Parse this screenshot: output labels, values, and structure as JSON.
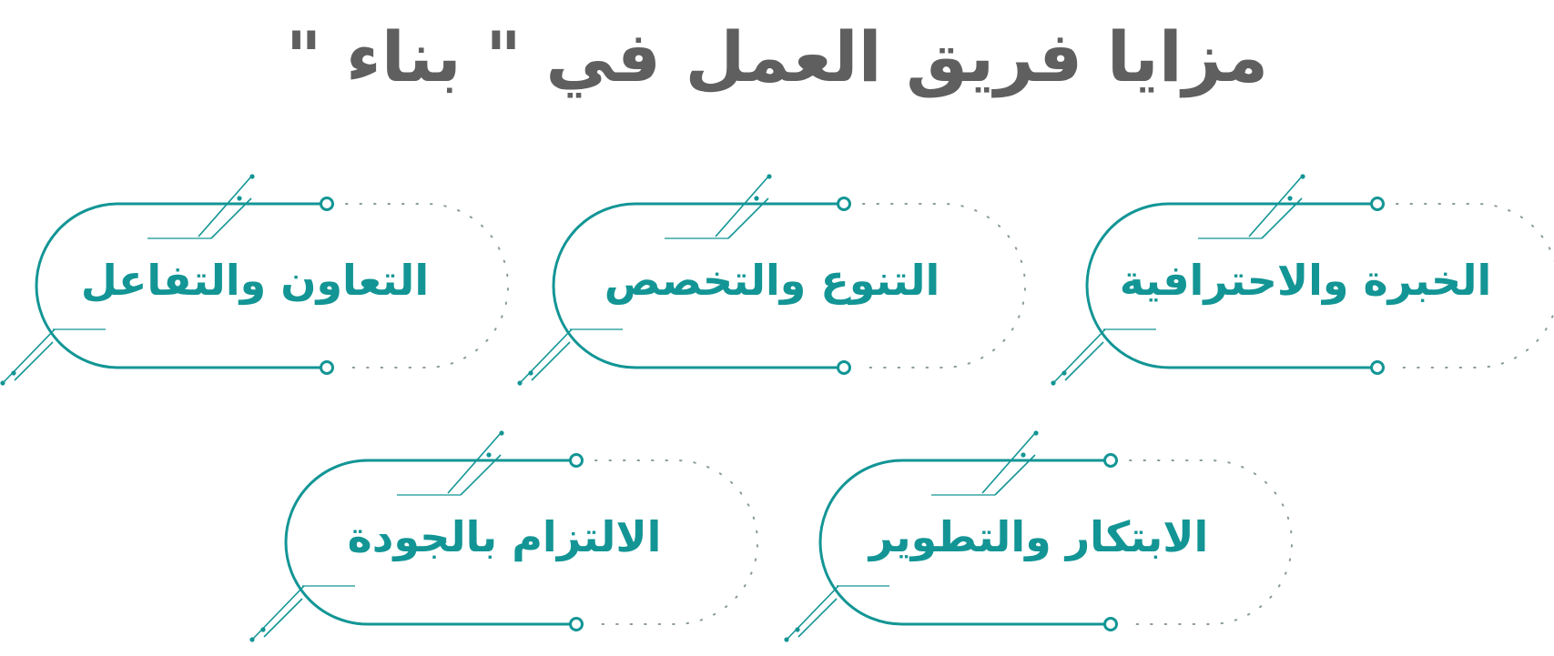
{
  "title": "مزايا فريق العمل في \" بناء \"",
  "colors": {
    "accent": "#139595",
    "title": "#5f5f5f",
    "dots": "#8a9a9a"
  },
  "features": [
    {
      "label": "الخبرة والاحترافية"
    },
    {
      "label": "التنوع والتخصص"
    },
    {
      "label": "التعاون والتفاعل"
    },
    {
      "label": "الابتكار والتطوير"
    },
    {
      "label": "الالتزام بالجودة"
    }
  ]
}
